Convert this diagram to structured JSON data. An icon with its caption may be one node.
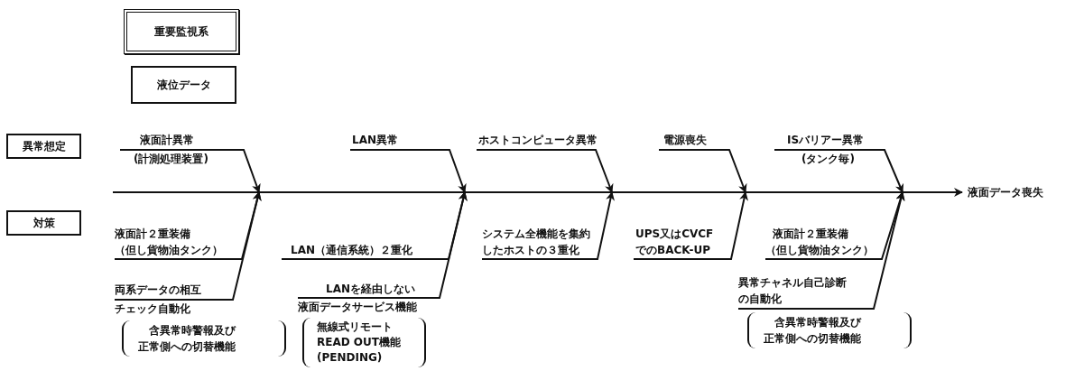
{
  "diagram": {
    "nodes": [
      {
        "text": [
          "重要監視系"
        ]
      },
      {
        "text": [
          "液位データ"
        ]
      },
      {
        "text": [
          "異常想定"
        ]
      },
      {
        "text": [
          "対策"
        ]
      },
      {
        "text": [
          "液面データ喪失"
        ]
      },
      {
        "text": [
          "液面計異常",
          "(計測処理装置)"
        ]
      },
      {
        "text": [
          "LAN異常"
        ]
      },
      {
        "text": [
          "ホストコンピュータ異常"
        ]
      },
      {
        "text": [
          "電源喪失"
        ]
      },
      {
        "text": [
          "ISバリアー異常",
          "(タンク毎)"
        ]
      },
      {
        "text": [
          "液面計２重装備",
          "（但し貨物油タンク）"
        ]
      },
      {
        "text": [
          "両系データの相互チェック自動化",
          "含異常時警報及び正常側への切替機能"
        ]
      },
      {
        "text": [
          "LAN（通信系統）２重化"
        ]
      },
      {
        "text": [
          "LANを経由しない液面データサービス機能",
          "無線式リモートREAD OUT機能(PENDING)"
        ]
      },
      {
        "text": [
          "システム全機能を集約したホストの３重化"
        ]
      },
      {
        "text": [
          "UPS又はCVCFでのBACK-UP"
        ]
      },
      {
        "text": [
          "液面計２重装備",
          "（但し貨物油タンク）"
        ]
      },
      {
        "text": [
          "異常チャネル自己診断の自動化",
          "含異常時警報及び正常側への切替機能"
        ]
      }
    ],
    "edges": [
      {
        "from": null,
        "to": 4,
        "arrow": "to"
      },
      {
        "from": 5,
        "to": null,
        "arrow": "to"
      },
      {
        "from": 6,
        "to": null,
        "arrow": "to"
      },
      {
        "from": 7,
        "to": null,
        "arrow": "to"
      },
      {
        "from": 8,
        "to": null,
        "arrow": "to"
      },
      {
        "from": 9,
        "to": null,
        "arrow": "to"
      },
      {
        "from": 10,
        "to": null,
        "arrow": "to"
      },
      {
        "from": 11,
        "to": null,
        "arrow": "to"
      },
      {
        "from": 12,
        "to": null,
        "arrow": "to"
      },
      {
        "from": 13,
        "to": null,
        "arrow": "to"
      },
      {
        "from": 14,
        "to": null,
        "arrow": "to"
      },
      {
        "from": 15,
        "to": null,
        "arrow": "to"
      },
      {
        "from": 16,
        "to": null,
        "arrow": "to"
      },
      {
        "from": 17,
        "to": null,
        "arrow": "to"
      }
    ]
  }
}
